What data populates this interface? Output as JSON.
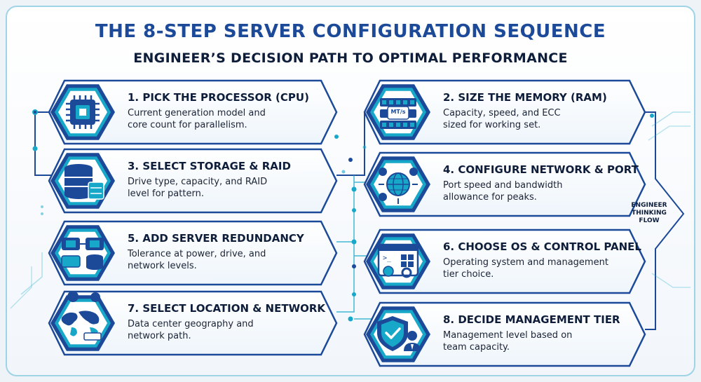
{
  "title": "THE 8-STEP SERVER CONFIGURATION SEQUENCE",
  "subtitle": "ENGINEER’S DECISION PATH TO OPTIMAL PERFORMANCE",
  "flow_label": "ENGINEER THINKING FLOW",
  "memory_chip_text": "MT/s",
  "colors": {
    "navy": "#1c4a99",
    "teal": "#17a8c9",
    "dark": "#0e1e3a",
    "light_teal": "#dff3f8"
  },
  "steps": [
    {
      "heading": "1. PICK THE PROCESSOR (CPU)",
      "desc": [
        "Current generation model and",
        "core count for parallelism."
      ],
      "icon": "cpu-icon"
    },
    {
      "heading": "2. SIZE THE MEMORY (RAM)",
      "desc": [
        "Capacity, speed, and ECC",
        "sized for working set."
      ],
      "icon": "memory-icon"
    },
    {
      "heading": "3. SELECT STORAGE & RAID",
      "desc": [
        "Drive type, capacity, and RAID",
        "level for pattern."
      ],
      "icon": "storage-icon"
    },
    {
      "heading": "4. CONFIGURE NETWORK & PORT",
      "desc": [
        "Port speed and bandwidth",
        "allowance for peaks."
      ],
      "icon": "globe-network-icon"
    },
    {
      "heading": "5. ADD SERVER REDUNDANCY",
      "desc": [
        "Tolerance at power, drive, and",
        "network levels."
      ],
      "icon": "redundancy-icon"
    },
    {
      "heading": "6. CHOOSE OS & CONTROL PANEL",
      "desc": [
        "Operating system and management",
        "tier choice."
      ],
      "icon": "os-panel-icon"
    },
    {
      "heading": "7. SELECT LOCATION & NETWORK",
      "desc": [
        "Data center geography and",
        "network path."
      ],
      "icon": "world-map-icon"
    },
    {
      "heading": "8. DECIDE MANAGEMENT TIER",
      "desc": [
        "Management level based on",
        "team capacity."
      ],
      "icon": "shield-admin-icon"
    }
  ]
}
